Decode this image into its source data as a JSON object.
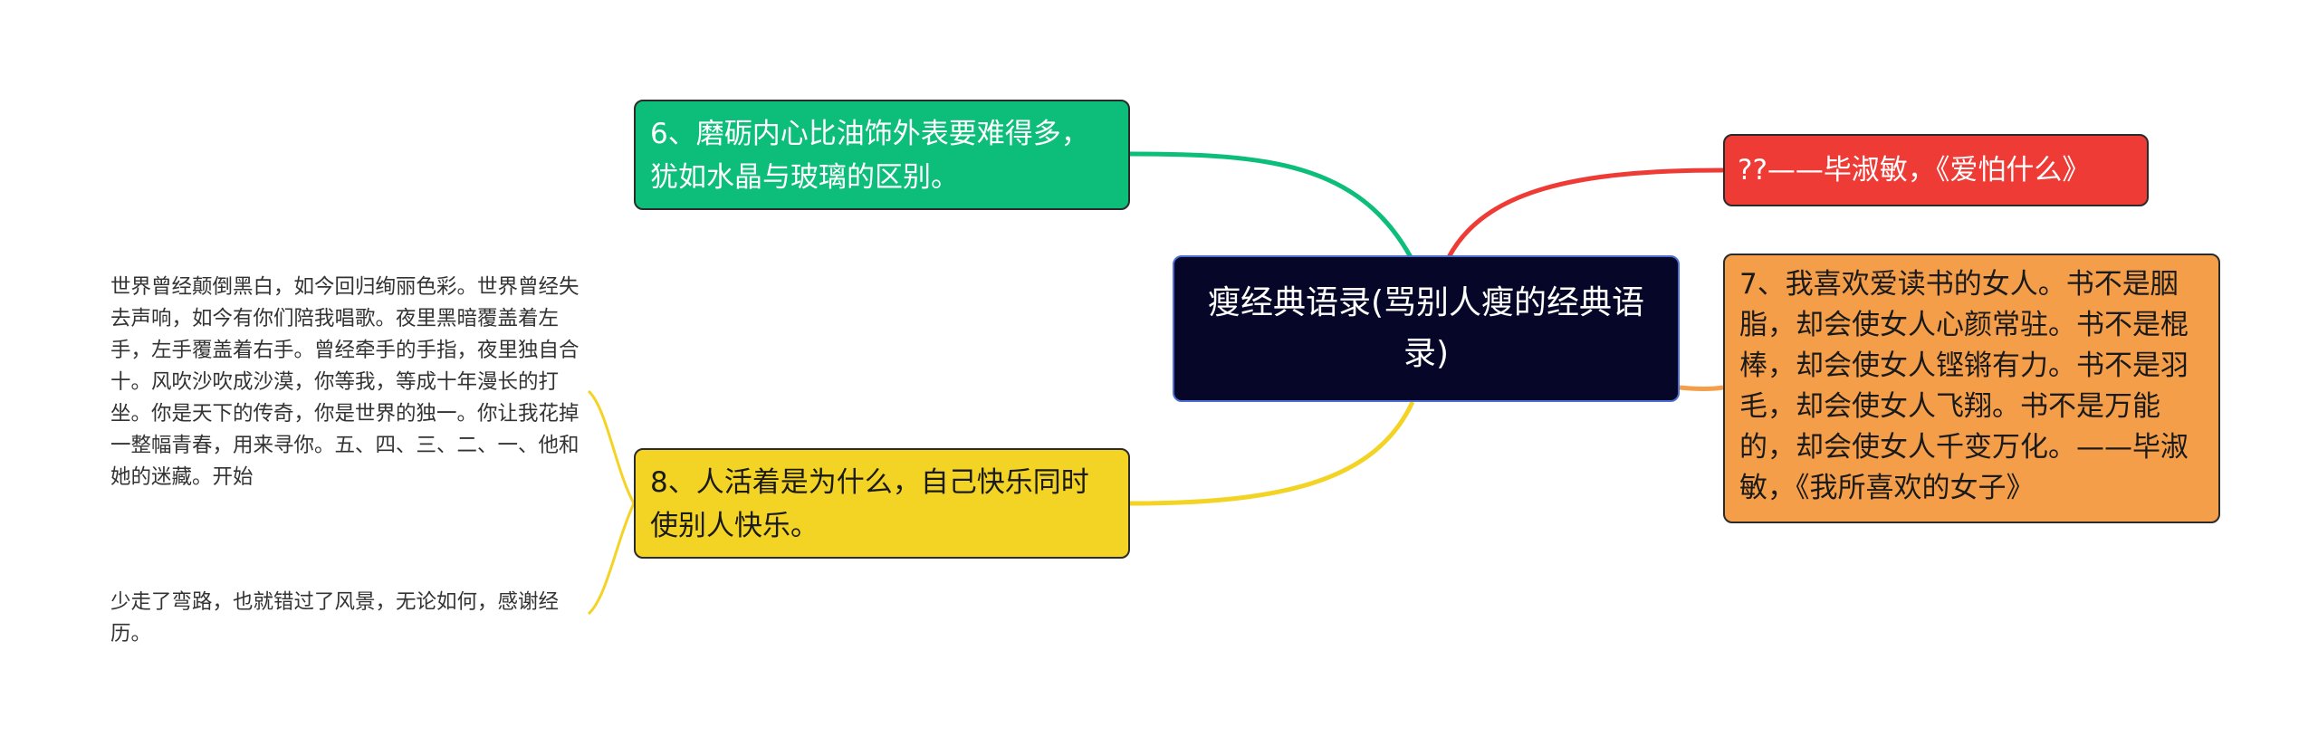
{
  "center": {
    "title": "瘦经典语录(骂别人瘦的经典语录)"
  },
  "nodes": {
    "n6": "6、磨砺内心比油饰外表要难得多，犹如水晶与玻璃的区别。",
    "n8": "8、人活着是为什么，自己快乐同时使别人快乐。",
    "r1": "??——毕淑敏，《爱怕什么》",
    "r2": "7、我喜欢爱读书的女人。书不是胭脂，却会使女人心颜常驻。书不是棍棒，却会使女人铿锵有力。书不是羽毛，却会使女人飞翔。书不是万能的，却会使女人千变万化。——毕淑敏，《我所喜欢的女子》"
  },
  "leaves": {
    "l1": "世界曾经颠倒黑白，如今回归绚丽色彩。世界曾经失去声响，如今有你们陪我唱歌。夜里黑暗覆盖着左手，左手覆盖着右手。曾经牵手的手指，夜里独自合十。风吹沙吹成沙漠，你等我，等成十年漫长的打坐。你是天下的传奇，你是世界的独一。你让我花掉一整幅青春，用来寻你。五、四、三、二、一、他和她的迷藏。开始",
    "l2": "少走了弯路，也就错过了风景，无论如何，感谢经历。"
  },
  "colors": {
    "green": "#0dbd7a",
    "yellow": "#f3d425",
    "red": "#ee3b36",
    "orange": "#f59e4a",
    "center_bg": "#060628"
  }
}
